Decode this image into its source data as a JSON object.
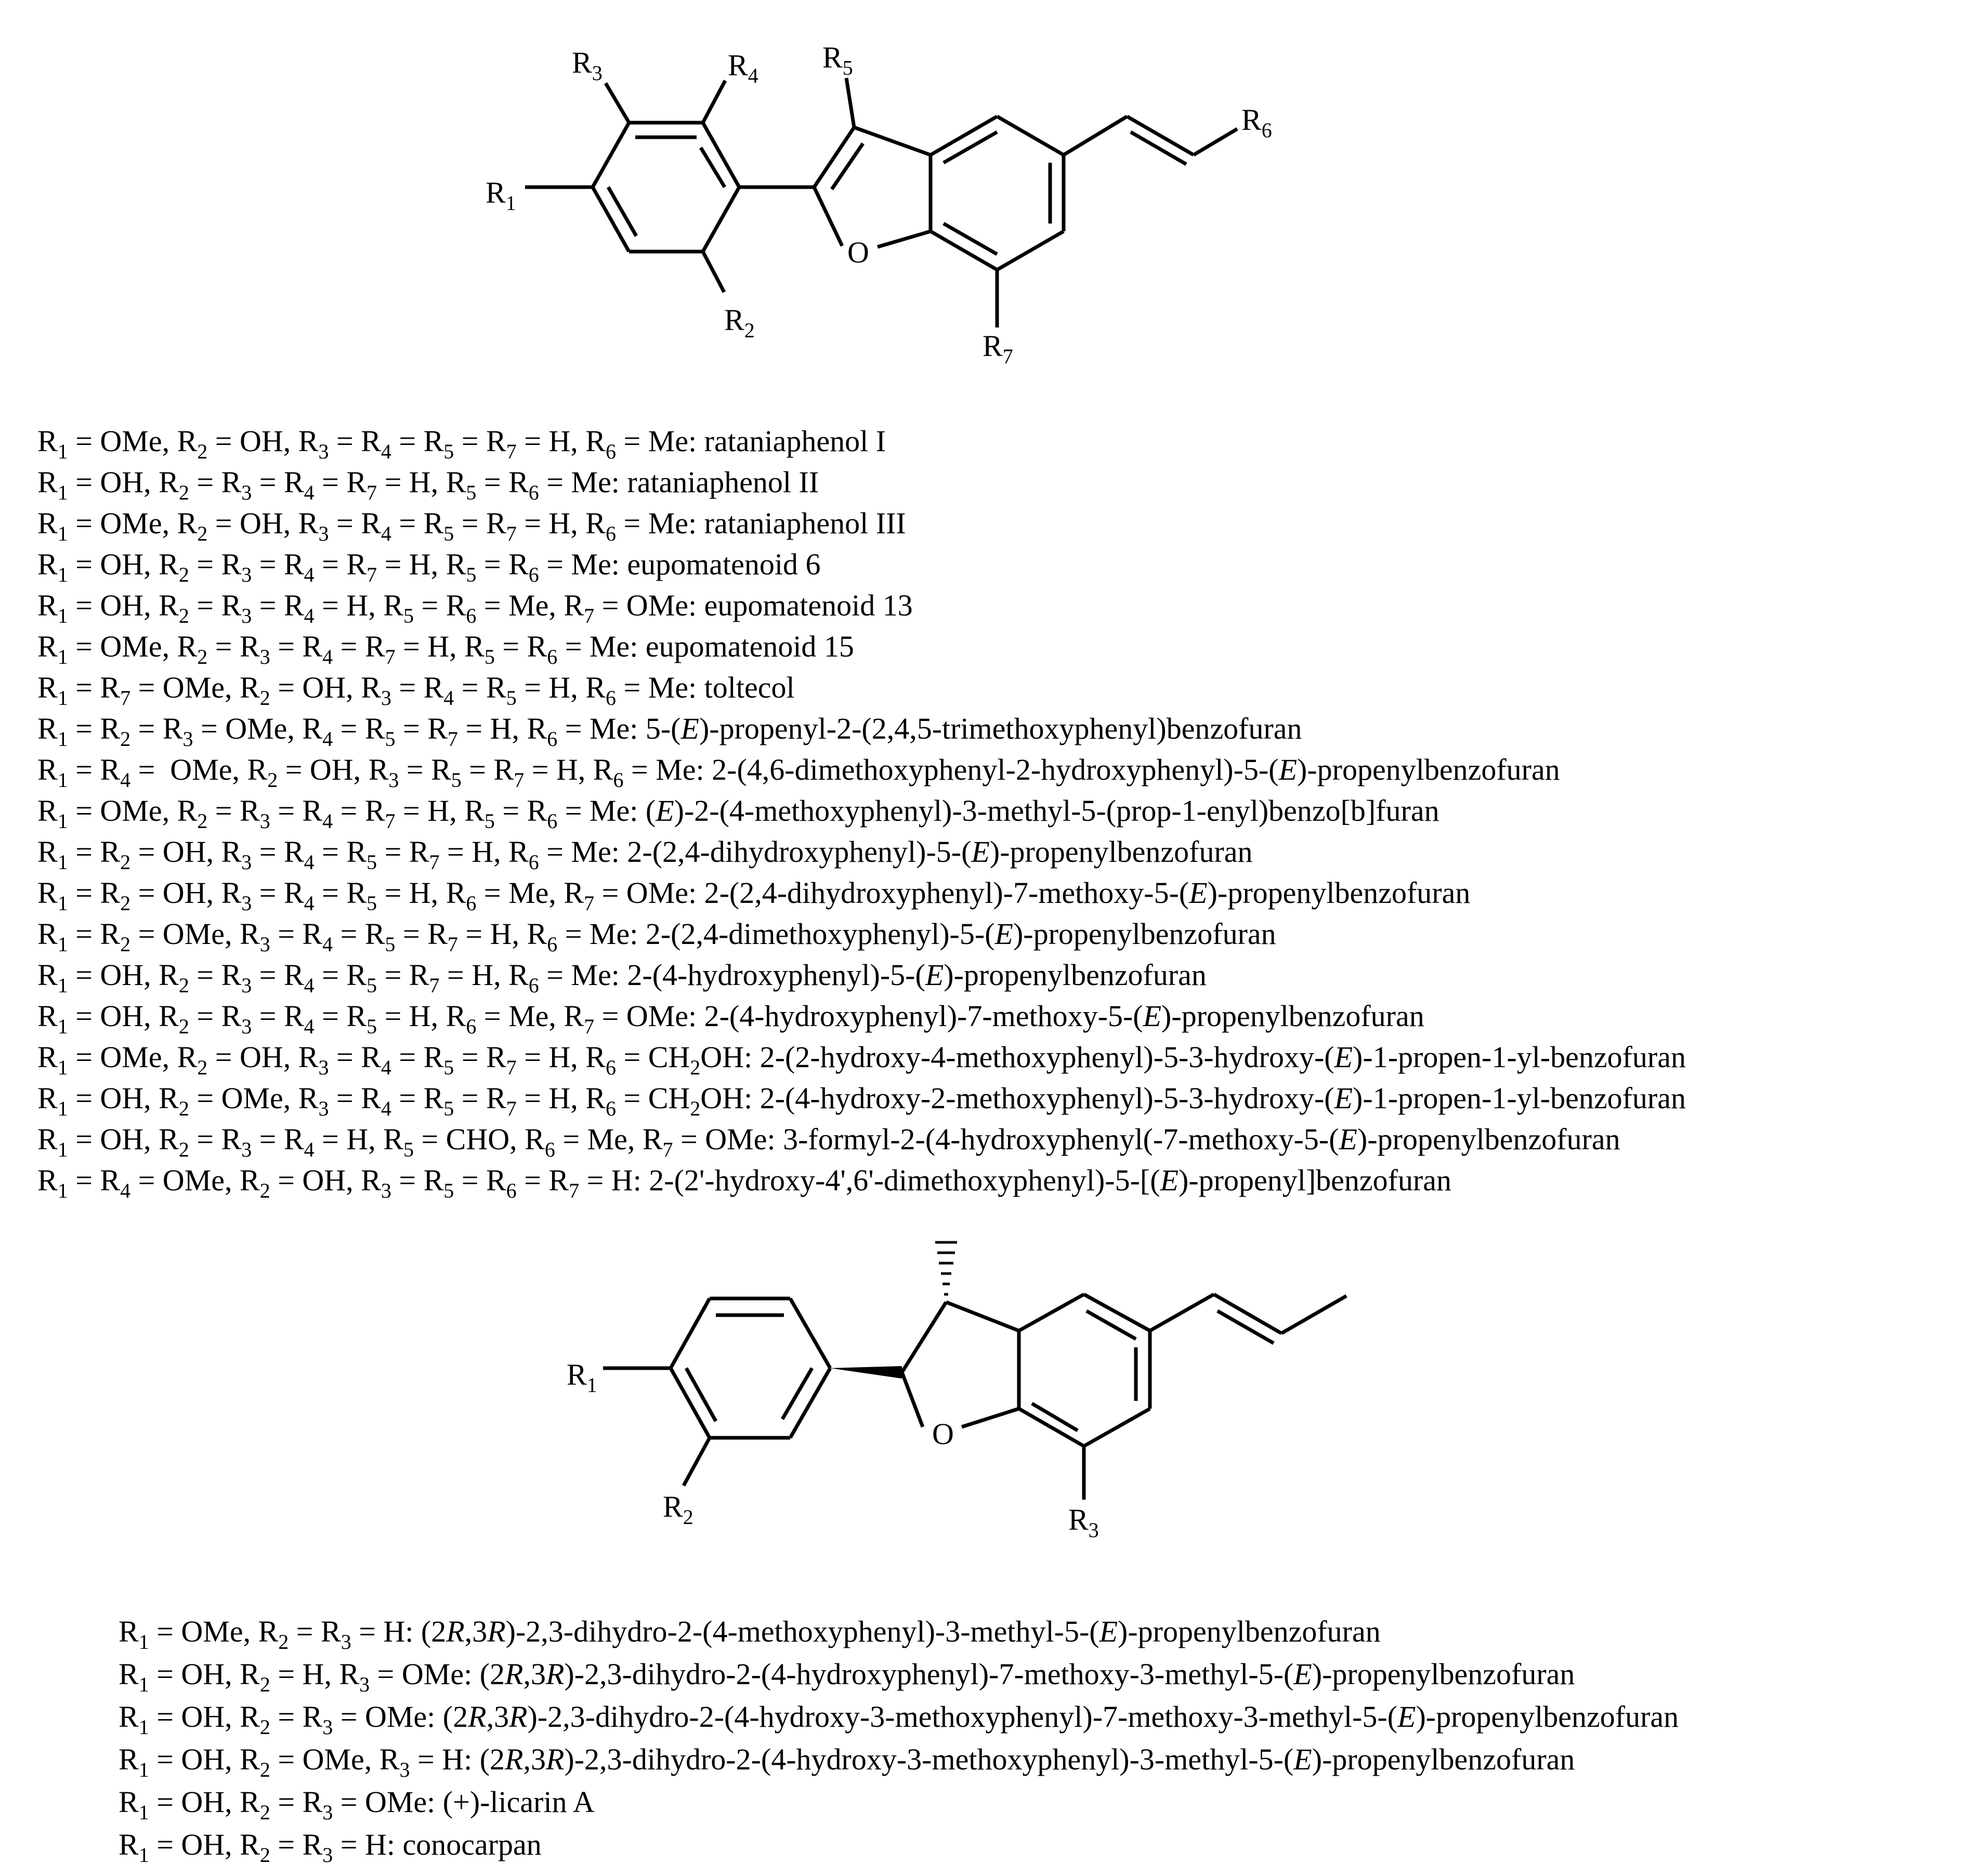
{
  "structure_a": {
    "labels": {
      "r1": "R1",
      "r2": "R2",
      "r3": "R3",
      "r4": "R4",
      "r5": "R5",
      "r6": "R6",
      "r7": "R7",
      "o": "O"
    }
  },
  "table_a": [
    "R1 = OMe, R2 = OH, R3 = R4 = R5 = R7 = H, R6 = Me: rataniaphenol I",
    "R1 = OH, R2 = R3 = R4 = R7 = H, R5 = R6 = Me: rataniaphenol II",
    "R1 = OMe, R2 = OH, R3 = R4 = R5 = R7 = H, R6 = Me: rataniaphenol III",
    "R1 = OH, R2 = R3 = R4 = R7 = H, R5 = R6 = Me: eupomatenoid 6",
    "R1 = OH, R2 = R3 = R4 = H, R5 = R6 = Me, R7 = OMe: eupomatenoid 13",
    "R1 = OMe, R2 = R3 = R4 = R7 = H, R5 = R6 = Me: eupomatenoid 15",
    "R1 = R7 = OMe, R2 = OH, R3 = R4 = R5 = H, R6 = Me: toltecol",
    "R1 = R2 = R3 = OMe, R4 = R5 = R7 = H, R6 = Me: 5-(E)-propenyl-2-(2,4,5-trimethoxyphenyl)benzofuran",
    "R1 = R4 =  OMe, R2 = OH, R3 = R5 = R7 = H, R6 = Me: 2-(4,6-dimethoxyphenyl-2-hydroxyphenyl)-5-(E)-propenylbenzofuran",
    "R1 = OMe, R2 = R3 = R4 = R7 = H, R5 = R6 = Me: (E)-2-(4-methoxyphenyl)-3-methyl-5-(prop-1-enyl)benzo[b]furan",
    "R1 = R2 = OH, R3 = R4 = R5 = R7 = H, R6 = Me: 2-(2,4-dihydroxyphenyl)-5-(E)-propenylbenzofuran",
    "R1 = R2 = OH, R3 = R4 = R5 = H, R6 = Me, R7 = OMe: 2-(2,4-dihydroxyphenyl)-7-methoxy-5-(E)-propenylbenzofuran",
    "R1 = R2 = OMe, R3 = R4 = R5 = R7 = H, R6 = Me: 2-(2,4-dimethoxyphenyl)-5-(E)-propenylbenzofuran",
    "R1 = OH, R2 = R3 = R4 = R5 = R7 = H, R6 = Me: 2-(4-hydroxyphenyl)-5-(E)-propenylbenzofuran",
    "R1 = OH, R2 = R3 = R4 = R5 = H, R6 = Me, R7 = OMe: 2-(4-hydroxyphenyl)-7-methoxy-5-(E)-propenylbenzofuran",
    "R1 = OMe, R2 = OH, R3 = R4 = R5 = R7 = H, R6 = CH2OH: 2-(2-hydroxy-4-methoxyphenyl)-5-3-hydroxy-(E)-1-propen-1-yl-benzofuran",
    "R1 = OH, R2 = OMe, R3 = R4 = R5 = R7 = H, R6 = CH2OH: 2-(4-hydroxy-2-methoxyphenyl)-5-3-hydroxy-(E)-1-propen-1-yl-benzofuran",
    "R1 = OH, R2 = R3 = R4 = H, R5 = CHO, R6 = Me, R7 = OMe: 3-formyl-2-(4-hydroxyphenyl(-7-methoxy-5-(E)-propenylbenzofuran",
    "R1 = R4 = OMe, R2 = OH, R3 = R5 = R6 = R7 = H: 2-(2'-hydroxy-4',6'-dimethoxyphenyl)-5-[(E)-propenyl]benzofuran"
  ],
  "structure_b": {
    "labels": {
      "r1": "R1",
      "r2": "R2",
      "r3": "R3",
      "o": "O"
    }
  },
  "table_b": [
    "R1 = OMe, R2 = R3 = H: (2R,3R)-2,3-dihydro-2-(4-methoxyphenyl)-3-methyl-5-(E)-propenylbenzofuran",
    "R1 = OH, R2 = H, R3 = OMe: (2R,3R)-2,3-dihydro-2-(4-hydroxyphenyl)-7-methoxy-3-methyl-5-(E)-propenylbenzofuran",
    "R1 = OH, R2 = R3 = OMe: (2R,3R)-2,3-dihydro-2-(4-hydroxy-3-methoxyphenyl)-7-methoxy-3-methyl-5-(E)-propenylbenzofuran",
    "R1 = OH, R2 = OMe, R3 = H: (2R,3R)-2,3-dihydro-2-(4-hydroxy-3-methoxyphenyl)-3-methyl-5-(E)-propenylbenzofuran",
    "R1 = OH, R2 = R3 = OMe: (+)-licarin A",
    "R1 = OH, R2 = R3 = H: conocarpan"
  ]
}
